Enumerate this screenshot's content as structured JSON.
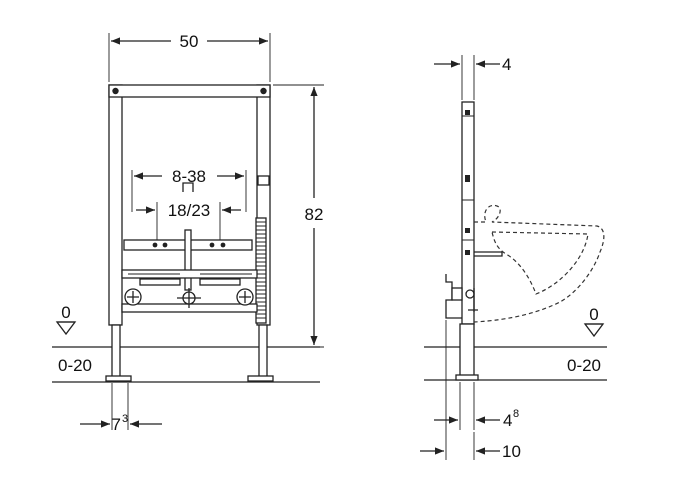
{
  "front_view": {
    "width_label": "50",
    "height_label": "82",
    "range_label": "8-38",
    "spacing_label": "18/23",
    "floor_level_label": "0",
    "floor_range_label": "0-20",
    "foot_label_main": "7",
    "foot_label_sup": "3"
  },
  "side_view": {
    "depth_label": "4",
    "floor_level_label": "0",
    "floor_range_label": "0-20",
    "bottom_label_main": "4",
    "bottom_label_sup": "8",
    "total_depth_label": "10"
  }
}
